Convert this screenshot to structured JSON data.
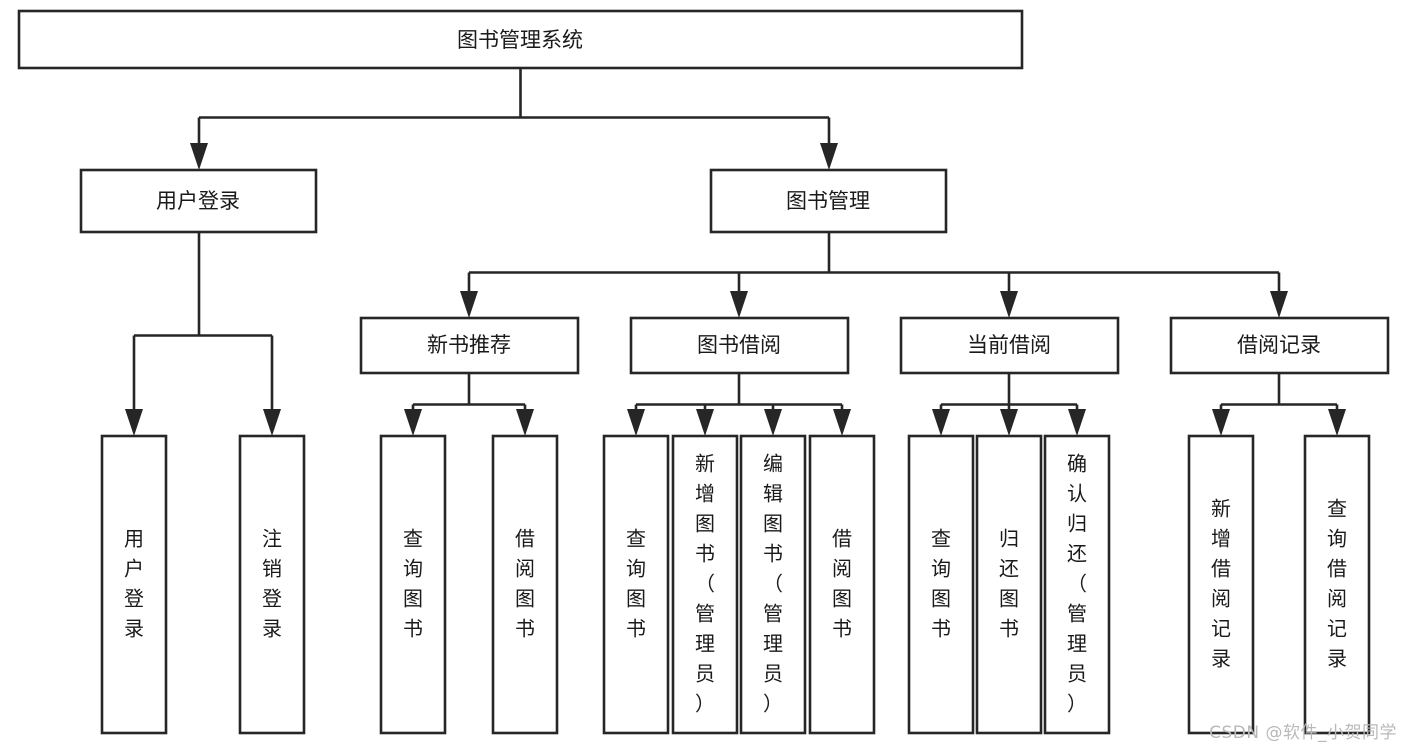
{
  "diagram": {
    "type": "tree",
    "title": "图书管理系统",
    "watermark": "CSDN @软件_小贺同学",
    "colors": {
      "background": "#ffffff",
      "box_fill": "#ffffff",
      "box_stroke": "#262626",
      "text": "#1a1a1a",
      "watermark": "#b9b9b9"
    },
    "root": {
      "label": "图书管理系统"
    },
    "level1": [
      {
        "label": "用户登录"
      },
      {
        "label": "图书管理"
      }
    ],
    "level2": [
      {
        "label": "新书推荐"
      },
      {
        "label": "图书借阅"
      },
      {
        "label": "当前借阅"
      },
      {
        "label": "借阅记录"
      }
    ],
    "leaves": {
      "user_login": [
        {
          "label": "用户登录"
        },
        {
          "label": "注销登录"
        }
      ],
      "new_book_recommend": [
        {
          "label": "查询图书"
        },
        {
          "label": "借阅图书"
        }
      ],
      "book_borrow": [
        {
          "label": "查询图书"
        },
        {
          "label": "新增图书（管理员）"
        },
        {
          "label": "编辑图书（管理员）"
        },
        {
          "label": "借阅图书"
        }
      ],
      "current_borrow": [
        {
          "label": "查询图书"
        },
        {
          "label": "归还图书"
        },
        {
          "label": "确认归还（管理员）"
        }
      ],
      "borrow_record": [
        {
          "label": "新增借阅记录"
        },
        {
          "label": "查询借阅记录"
        }
      ]
    }
  }
}
